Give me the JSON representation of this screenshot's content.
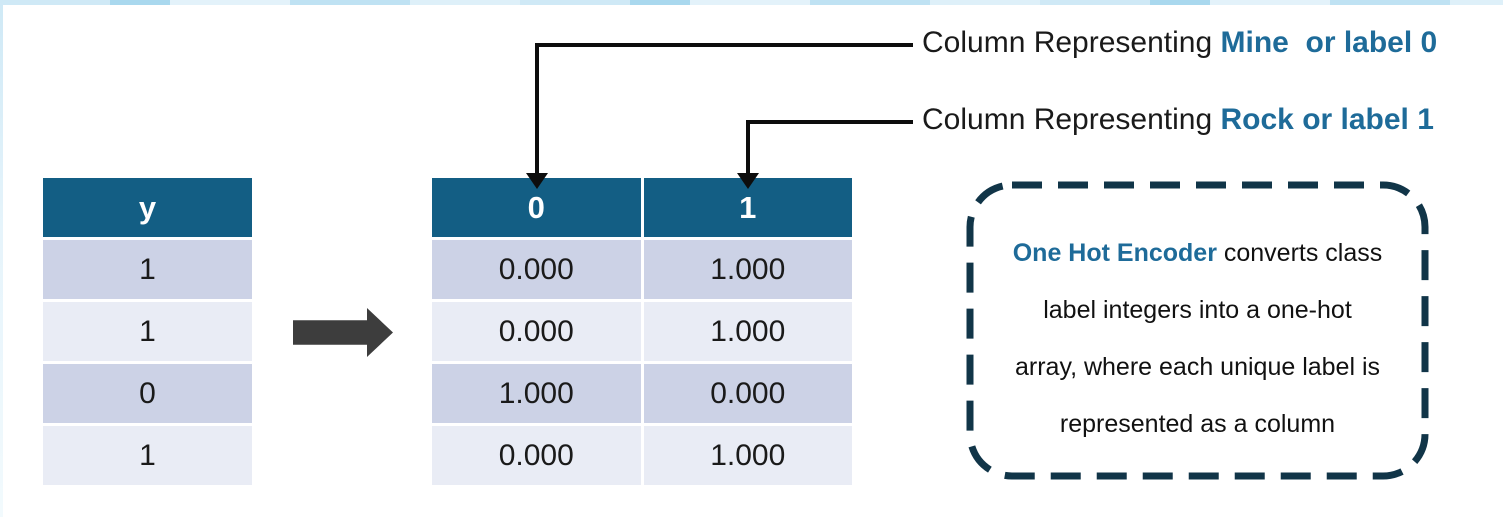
{
  "left_table": {
    "header": "y",
    "rows": [
      "1",
      "1",
      "0",
      "1"
    ]
  },
  "encoded_table": {
    "headers": [
      "0",
      "1"
    ],
    "rows": [
      [
        "0.000",
        "1.000"
      ],
      [
        "0.000",
        "1.000"
      ],
      [
        "1.000",
        "0.000"
      ],
      [
        "0.000",
        "1.000"
      ]
    ]
  },
  "callouts": [
    {
      "prefix": "Column Representing ",
      "highlight": "Mine  or label 0"
    },
    {
      "prefix": "Column Representing ",
      "highlight": "Rock or label 1"
    }
  ],
  "note": {
    "highlight": "One Hot Encoder",
    "line1_rest": " converts class",
    "line2": "label integers into a one-hot",
    "line3": "array, where each unique label is",
    "line4": "represented as a column"
  },
  "colors": {
    "header_teal": "#135e84",
    "row_dark": "#ccd2e6",
    "row_light": "#e9ecf5",
    "accent_teal_text": "#1e6b99",
    "note_border_navy": "#113548",
    "block_arrow_gray": "#3d3d3d",
    "connector_black": "#0d0d0d"
  }
}
